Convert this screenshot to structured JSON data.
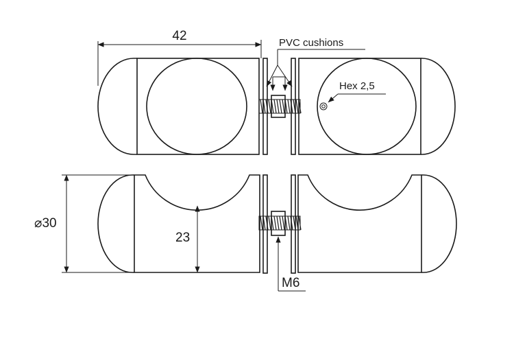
{
  "labels": {
    "width": "42",
    "pvc": "PVC cushions",
    "hex": "Hex 2,5",
    "diameter": "⌀30",
    "height": "23",
    "thread": "M6"
  }
}
